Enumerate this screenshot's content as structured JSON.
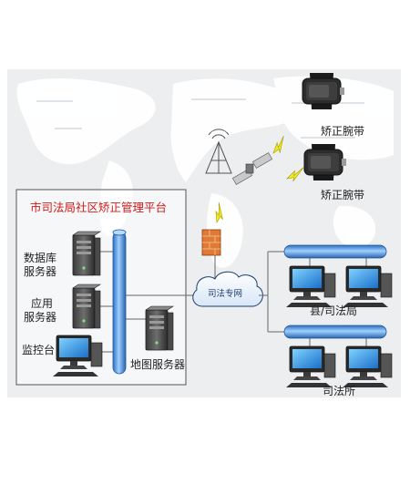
{
  "platform": {
    "title": "市司法局社区矫正管理平台"
  },
  "servers": {
    "database": [
      "数据库",
      "服务器"
    ],
    "application": [
      "应用",
      "服务器"
    ],
    "monitor": "监控台",
    "map": "地图服务器"
  },
  "network": {
    "cloud_label": "司法专网"
  },
  "wristbands": [
    "矫正腕带",
    "矫正腕带"
  ],
  "offices": {
    "county": "县/司法局",
    "station": "司法所"
  },
  "colors": {
    "title": "#d01818",
    "pipe": "#4f8fd6",
    "lightning": "#f3ea1a",
    "firewall": "#e07a35",
    "map_background": "#e9ecef"
  }
}
